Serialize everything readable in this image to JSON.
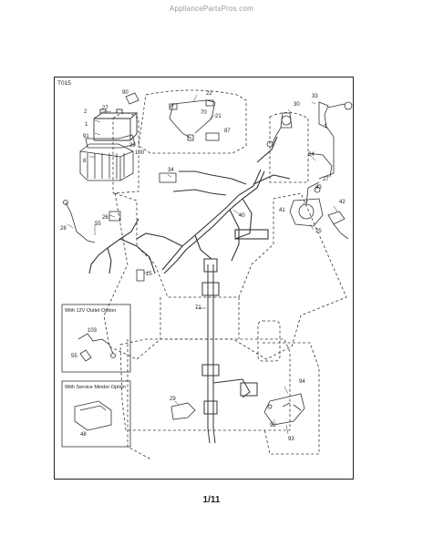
{
  "watermark": "AppliancePartsPros.com",
  "diagram_code": "T015",
  "insets": [
    {
      "title": "With 12V Outlet Option",
      "parts": [
        "103",
        "55"
      ]
    },
    {
      "title": "With Service Minder Option",
      "parts": [
        "48"
      ]
    }
  ],
  "part_labels": [
    "90",
    "22",
    "21",
    "70",
    "87",
    "27",
    "2",
    "1",
    "91",
    "8",
    "39",
    "100",
    "30",
    "33",
    "24",
    "27",
    "43",
    "41",
    "42",
    "25",
    "34",
    "40",
    "28",
    "55",
    "26",
    "15",
    "71",
    "29",
    "94",
    "92",
    "93"
  ],
  "page_number": "1/11"
}
